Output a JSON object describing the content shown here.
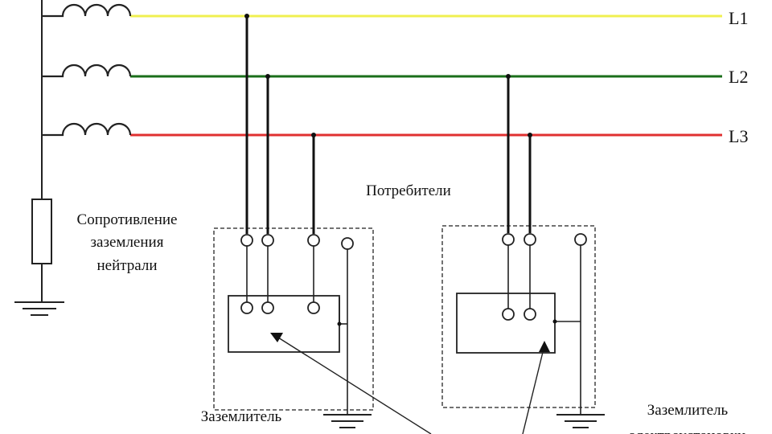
{
  "phases": [
    {
      "label": "L1",
      "color": "#f0f050"
    },
    {
      "label": "L2",
      "color": "#1a6e1a"
    },
    {
      "label": "L3",
      "color": "#e03030"
    }
  ],
  "labels": {
    "consumers": "Потребители",
    "neutral_resistance": [
      "Сопротивление",
      "заземления",
      "нейтрали"
    ],
    "grounding_left": "Заземлитель",
    "grounding_right": [
      "Заземлитель",
      "электроустановки"
    ]
  }
}
